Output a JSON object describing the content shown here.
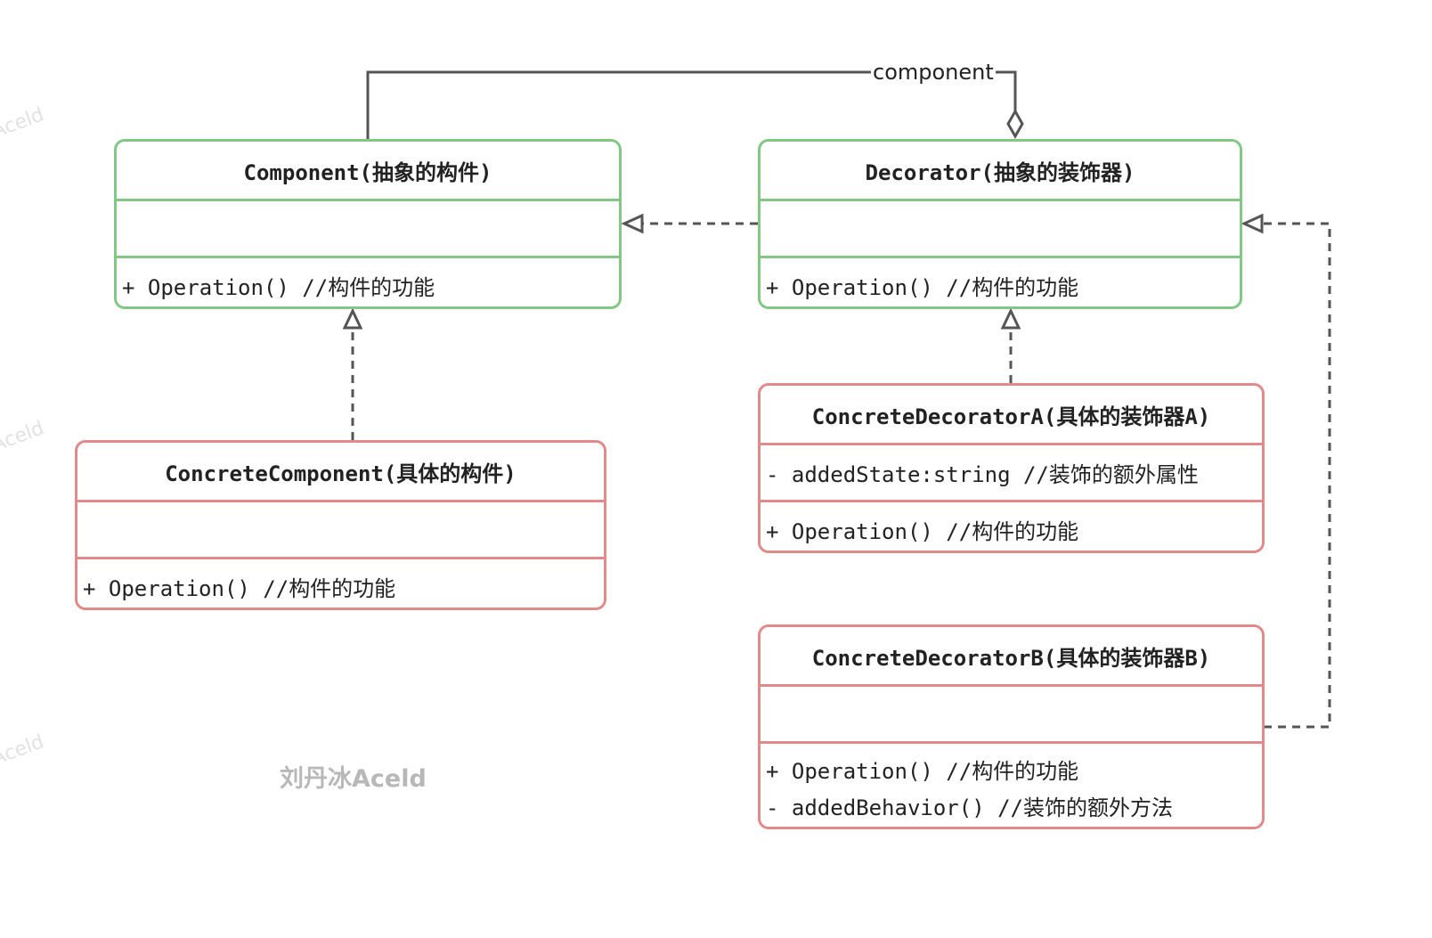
{
  "relation_label": "component",
  "watermark": "刘丹冰Aceld",
  "edge_watermarks": [
    "Aceld",
    "Aceld",
    "Aceld"
  ],
  "colors": {
    "abstract_border": "#82c785",
    "concrete_border": "#e08a8a",
    "connector": "#555555"
  },
  "classes": {
    "component": {
      "title": "Component(抽象的构件)",
      "attributes": [],
      "operations": [
        "+ Operation() //构件的功能"
      ]
    },
    "decorator": {
      "title": "Decorator(抽象的装饰器)",
      "attributes": [],
      "operations": [
        "+ Operation() //构件的功能"
      ]
    },
    "concrete_component": {
      "title": "ConcreteComponent(具体的构件)",
      "attributes": [],
      "operations": [
        "+ Operation() //构件的功能"
      ]
    },
    "concrete_decorator_a": {
      "title": "ConcreteDecoratorA(具体的装饰器A)",
      "attributes": [
        "- addedState:string //装饰的额外属性"
      ],
      "operations": [
        "+ Operation() //构件的功能"
      ]
    },
    "concrete_decorator_b": {
      "title": "ConcreteDecoratorB(具体的装饰器B)",
      "attributes": [],
      "operations": [
        "+ Operation() //构件的功能",
        "- addedBehavior() //装饰的额外方法"
      ]
    }
  }
}
